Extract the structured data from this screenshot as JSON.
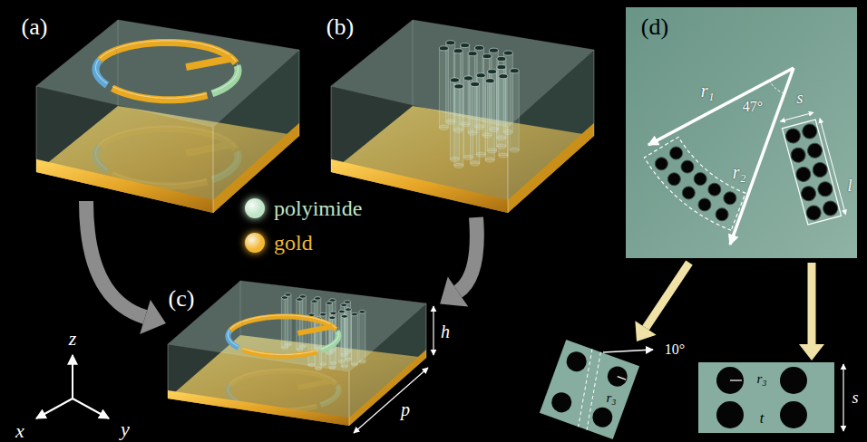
{
  "diagram": {
    "labels": [
      "(a)",
      "(b)",
      "(d)",
      "(c)",
      "z",
      "x",
      "y",
      "h",
      "p",
      "r₁",
      "47°",
      "s",
      "r₂",
      "l",
      "10°",
      "r₃",
      "r₃",
      "t",
      "s"
    ],
    "legend": [
      {
        "text": "polyimide",
        "color": "#bfe4c6"
      },
      {
        "text": "gold",
        "color": "#f2b632"
      }
    ]
  }
}
